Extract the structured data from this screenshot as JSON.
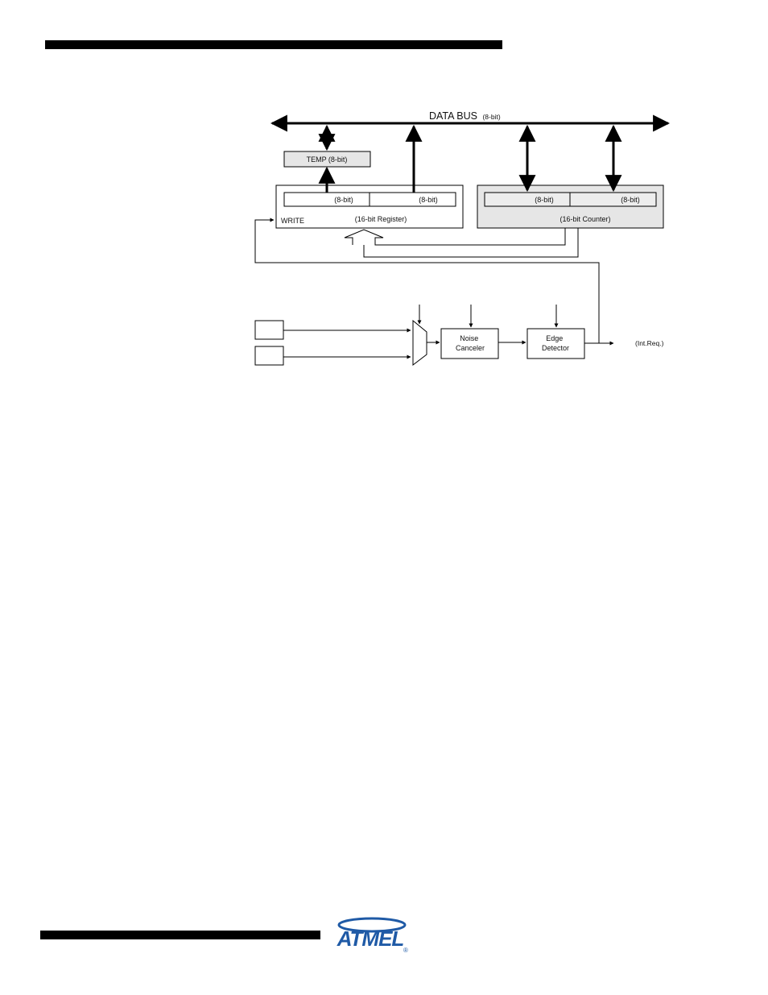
{
  "diagram": {
    "data_bus_label": "DATA BUS",
    "data_bus_width": "(8-bit)",
    "temp_label": "TEMP (8-bit)",
    "register": {
      "high_label": "(8-bit)",
      "low_label": "(8-bit)",
      "caption": "(16-bit Register)",
      "write_label": "WRITE"
    },
    "counter": {
      "high_label": "(8-bit)",
      "low_label": "(8-bit)",
      "caption": "(16-bit Counter)"
    },
    "noise_canceler_label": [
      "Noise",
      "Canceler"
    ],
    "edge_detector_label": [
      "Edge",
      "Detector"
    ],
    "int_req_label": "(Int.Req.)"
  },
  "logo": {
    "text": "ATMEL",
    "mark": "®",
    "color": "#1f5aa6"
  }
}
